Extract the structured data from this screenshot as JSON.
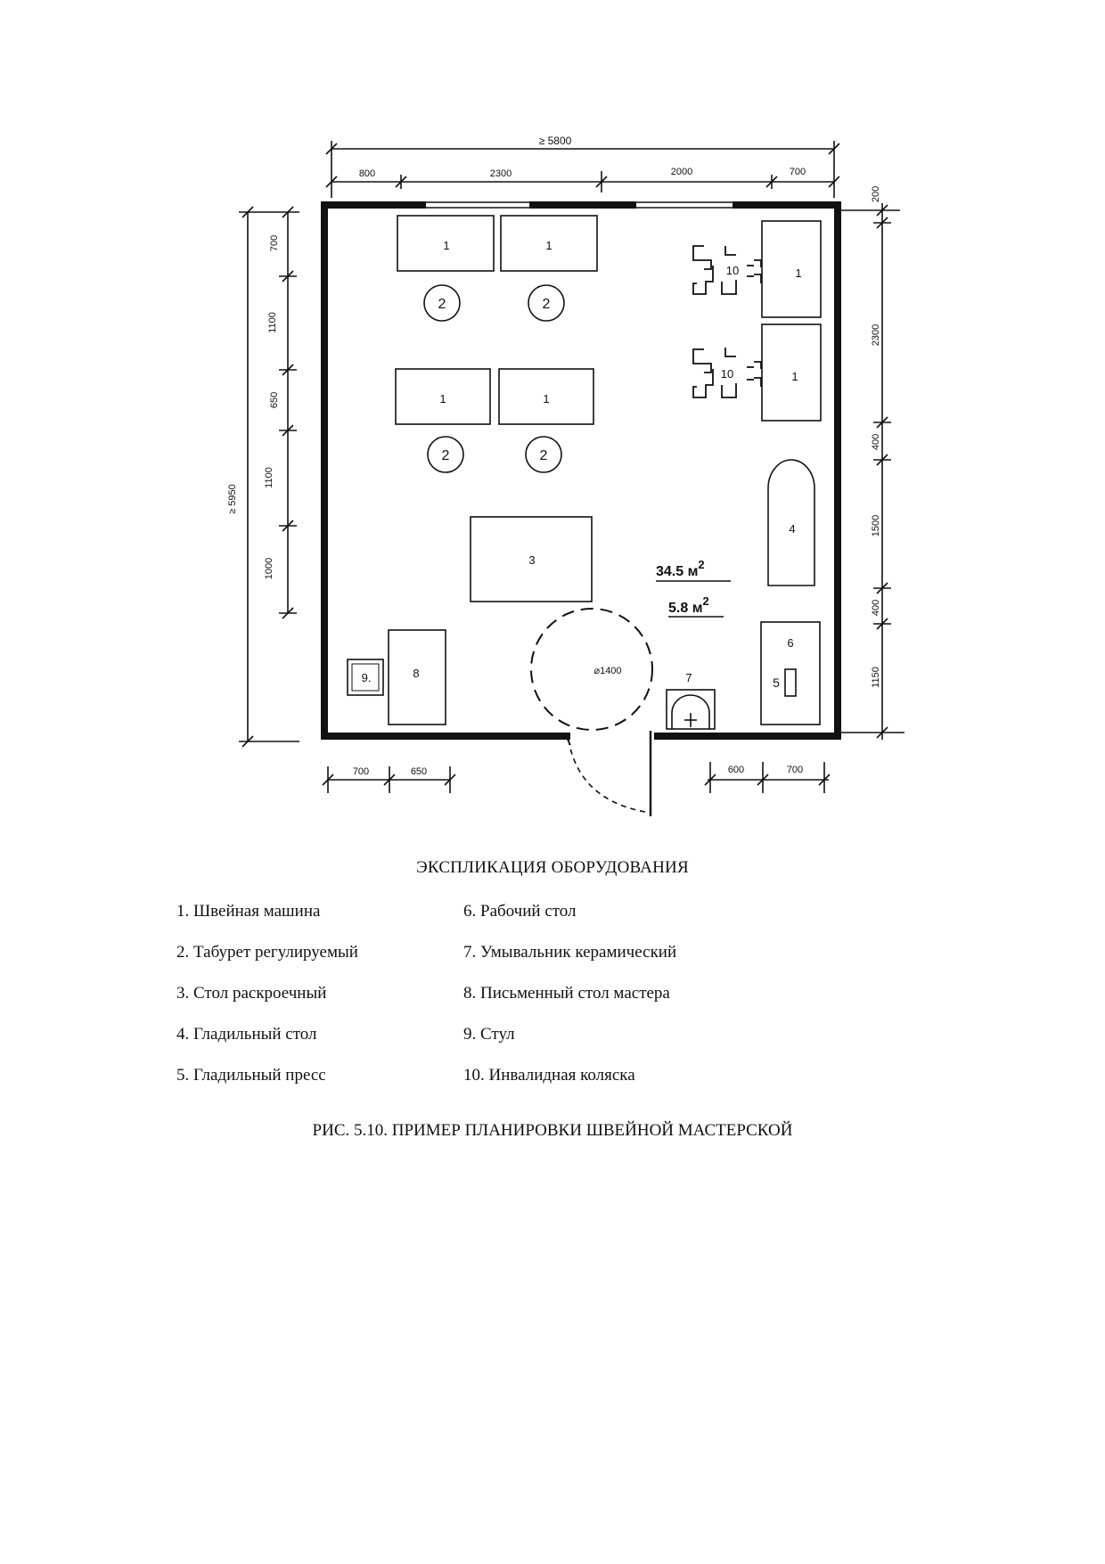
{
  "plan": {
    "dimensions": {
      "top_total": "≥ 5800",
      "top_segments": [
        "800",
        "2300",
        "2000",
        "700"
      ],
      "left_total": "≥ 5950",
      "left_segments": [
        "700",
        "1100",
        "650",
        "1100",
        "1000"
      ],
      "right_segments": [
        "200",
        "2300",
        "400",
        "1500",
        "400",
        "1150"
      ],
      "bottom_left": [
        "700",
        "650"
      ],
      "bottom_right": [
        "600",
        "700"
      ],
      "turning_circle": "⌀1400"
    },
    "labels": {
      "sewing_machine": "1",
      "stool": "2",
      "cutting_table": "3",
      "ironing_table": "4",
      "ironing_press": "5",
      "work_table": "6",
      "washbasin": "7",
      "desk": "8",
      "chair": "9.",
      "wheelchair": "10"
    },
    "area_main": "34.5 м",
    "area_main_sup": "2",
    "area_sub": "5.8 м",
    "area_sub_sup": "2"
  },
  "legend": {
    "title": "ЭКСПЛИКАЦИЯ ОБОРУДОВАНИЯ",
    "items": [
      "1. Швейная машина",
      "6. Рабочий стол",
      "2. Табурет регулируемый",
      "7. Умывальник керамический",
      "3. Стол раскроечный",
      "8. Письменный стол мастера",
      "4. Гладильный стол",
      "9. Стул",
      "5. Гладильный пресс",
      "10. Инвалидная коляска"
    ]
  },
  "caption": "РИС. 5.10. ПРИМЕР ПЛАНИРОВКИ ШВЕЙНОЙ МАСТЕРСКОЙ"
}
